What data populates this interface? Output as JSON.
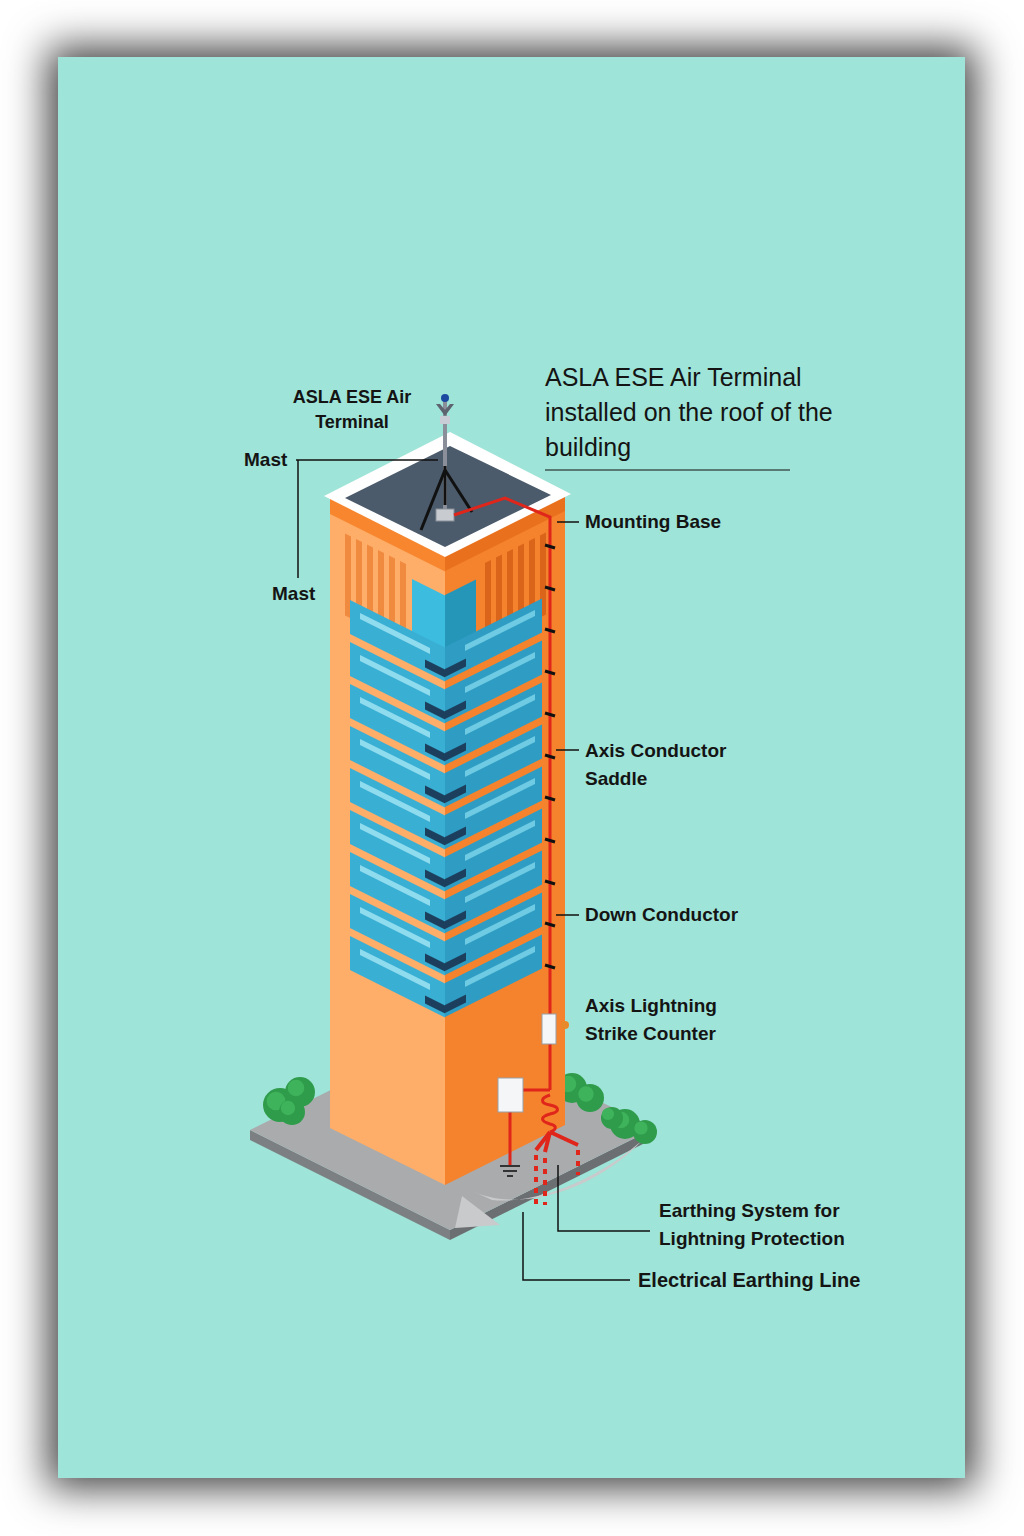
{
  "diagram": {
    "title": "ASLA ESE Air Terminal installed on the roof of the building",
    "labels": [
      "ASLA ESE Air Terminal",
      "Mast",
      "Mast",
      "Mounting Base",
      "Axis Conductor Saddle",
      "Down Conductor",
      "Axis Lightning Strike Counter",
      "Earthing System for Lightning Protection",
      "Electrical Earthing Line"
    ]
  }
}
